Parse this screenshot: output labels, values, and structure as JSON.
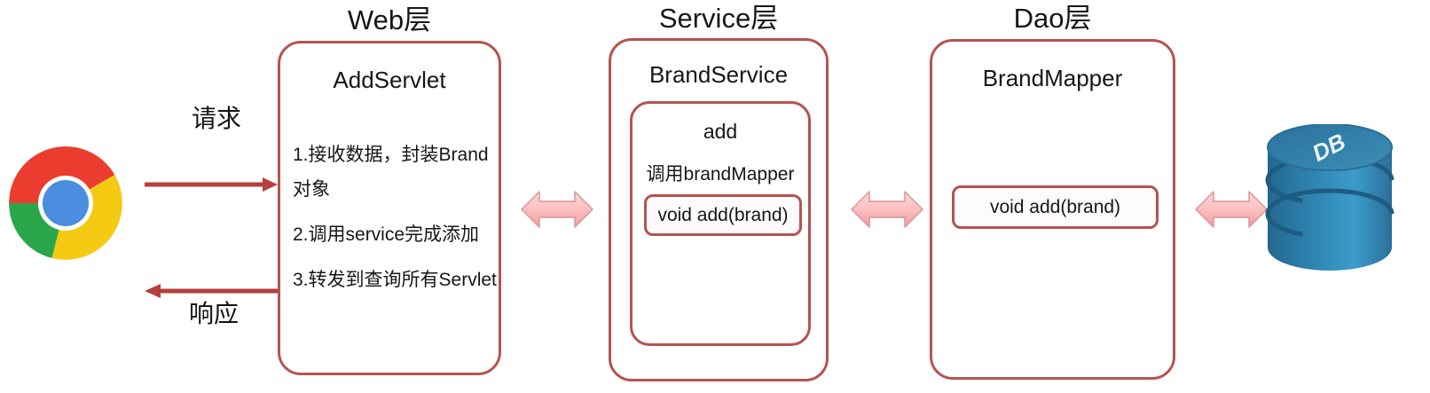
{
  "diagram": {
    "title_web": "Web层",
    "title_service": "Service层",
    "title_dao": "Dao层",
    "accent_border": "#b5534f",
    "arrow_fill": "#f7b9b9",
    "arrow_line": "#b5403f",
    "db_color": "#2f80ad"
  },
  "client": {
    "icon": "chrome-logo",
    "request_label": "请求",
    "response_label": "响应"
  },
  "web_layer": {
    "title": "Web层",
    "class_name": "AddServlet",
    "steps": [
      "1.接收数据，封装Brand",
      "对象",
      "2.调用service完成添加",
      "3.转发到查询所有Servlet"
    ]
  },
  "service_layer": {
    "title": "Service层",
    "class_name": "BrandService",
    "method_name": "add",
    "method_detail": "调用brandMapper",
    "signature": "void add(brand)"
  },
  "dao_layer": {
    "title": "Dao层",
    "class_name": "BrandMapper",
    "signature": "void add(brand)"
  },
  "database": {
    "label": "DB"
  },
  "connectors": [
    {
      "name": "web-service-connector",
      "type": "double-arrow"
    },
    {
      "name": "service-dao-connector",
      "type": "double-arrow"
    },
    {
      "name": "dao-db-connector",
      "type": "double-arrow"
    }
  ]
}
